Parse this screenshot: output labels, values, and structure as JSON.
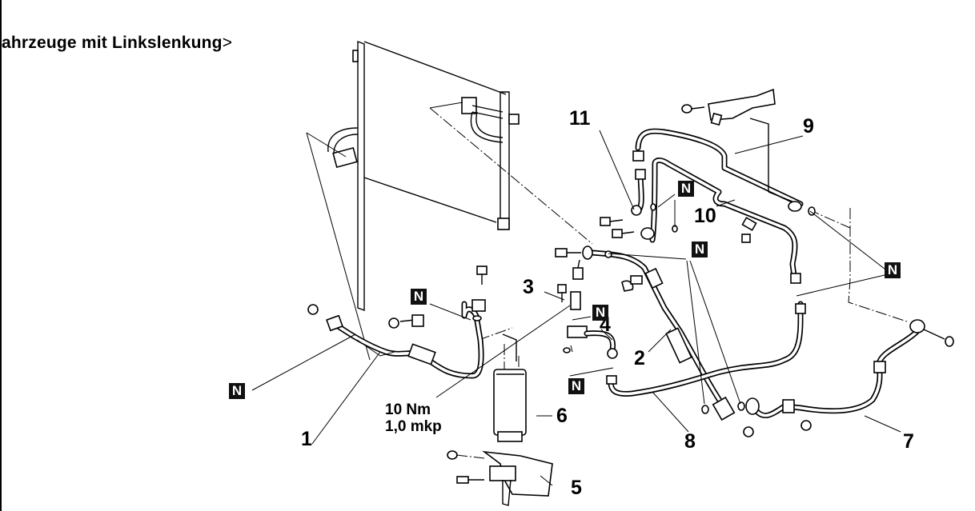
{
  "header": {
    "title": "ahrzeuge mit Linkslenkung",
    "title_suffix": ">"
  },
  "callouts": {
    "c1": "1",
    "c2": "2",
    "c3": "3",
    "c4": "4",
    "c5": "5",
    "c6": "6",
    "c7": "7",
    "c8": "8",
    "c9": "9",
    "c10": "10",
    "c11": "11"
  },
  "badges": {
    "n_label": "N"
  },
  "torque_spec": {
    "line1": "10 Nm",
    "line2": "1,0 mkp"
  }
}
